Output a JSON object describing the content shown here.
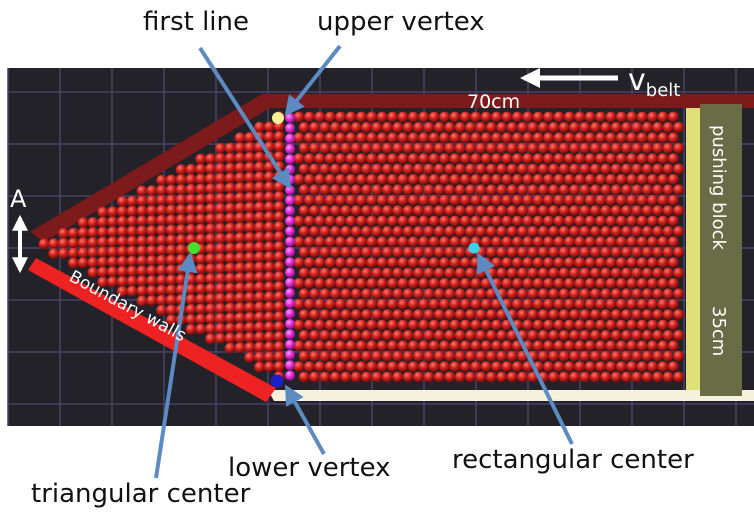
{
  "labels": {
    "first_line": "first line",
    "upper_vertex": "upper vertex",
    "lower_vertex": "lower vertex",
    "rectangular_center": "rectangular center",
    "triangular_center": "triangular center",
    "amplitude": "A",
    "velocity_symbol": "v",
    "velocity_subscript": "belt",
    "length": "70cm",
    "width": "35cm",
    "pushing_block": "pushing block",
    "boundary_walls": "Boundary walls"
  },
  "colors": {
    "belt_background": "#222228",
    "grid_lines": "#4b4268",
    "particles": "#c8201c",
    "first_line_particles": "#e62ad6",
    "upper_vertex_marker": "#f6ef96",
    "lower_vertex_marker": "#1c1fc4",
    "triangular_center_marker": "#45e02e",
    "rectangular_center_marker": "#35d6ec",
    "upper_wall": "#7c1a1c",
    "boundary_wall": "#ee2222",
    "lower_wall": "#f6f1dc",
    "pushing_block": "#6a6c48",
    "pushing_block_edge": "#dfe07a",
    "arrows": "#5b8bc2"
  }
}
